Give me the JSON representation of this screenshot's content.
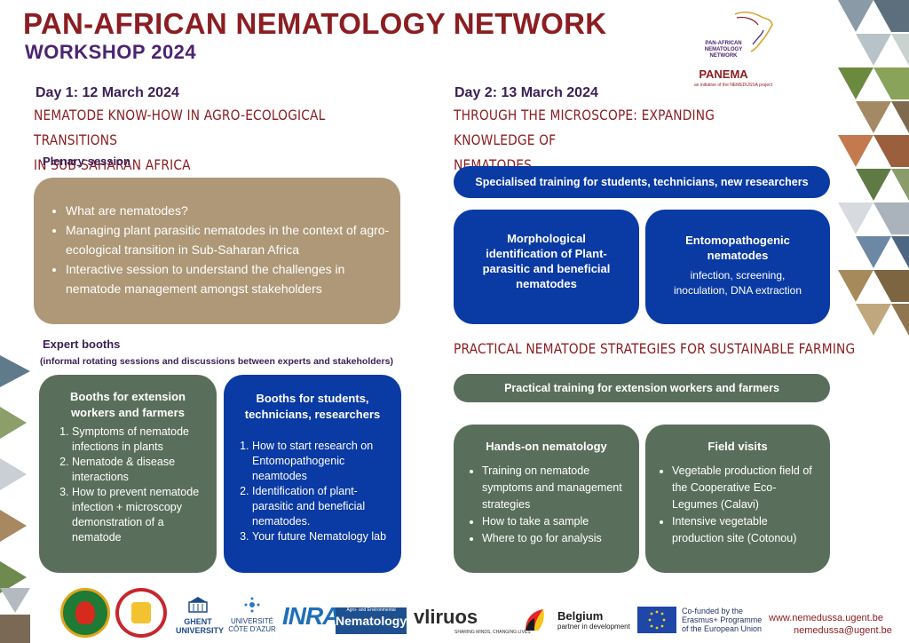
{
  "header": {
    "title": "PAN-AFRICAN NEMATOLOGY NETWORK",
    "subtitle": "WORKSHOP 2024"
  },
  "brand": {
    "logo_line1": "PAN-AFRICAN",
    "logo_line2": "NEMATOLOGY",
    "logo_line3": "NETWORK",
    "logo_name": "PANEMA",
    "logo_tagline": "an initiative of the NEMEDUSSA project"
  },
  "day1": {
    "heading": "Day 1: 12 March 2024",
    "theme_line1": "NEMATODE KNOW-HOW IN AGRO-ECOLOGICAL TRANSITIONS",
    "theme_line2": "IN SUB-SAHARAN AFRICA",
    "plenary_label": "Plenary session",
    "plenary_items": [
      "What are nematodes?",
      "Managing plant parasitic nematodes in the context of agro-ecological transition in Sub-Saharan Africa",
      "Interactive session to understand the challenges in nematode management amongst stakeholders"
    ],
    "booths_label": "Expert booths",
    "booths_note": "(informal rotating sessions and discussions between experts and stakeholders)",
    "booth_a": {
      "title": "Booths for extension workers and farmers",
      "items": [
        "Symptoms of nematode infections in plants",
        "Nematode & disease interactions",
        "How to prevent nematode infection + microscopy demonstration of a nematode"
      ]
    },
    "booth_b": {
      "title": "Booths for students, technicians, researchers",
      "items": [
        " How to start research on Entomopathogenic neamtodes",
        "Identification of plant-parasitic and beneficial nematodes.",
        "Your future Nematology lab"
      ]
    }
  },
  "day2": {
    "heading": "Day 2: 13 March 2024",
    "theme_line1": "THROUGH THE MICROSCOPE: EXPANDING KNOWLEDGE OF",
    "theme_line2": "NEMATODES",
    "training_pill": "Specialised training for students, technicians,  new researchers",
    "card_morph": "Morphological identification of Plant-parasitic and beneficial nematodes",
    "card_ento_title": "Entomopathogenic nematodes",
    "card_ento_text": "infection, screening, inoculation, DNA extraction",
    "section2_title": "PRACTICAL NEMATODE STRATEGIES FOR SUSTAINABLE FARMING",
    "practical_pill": "Practical training for extension workers and farmers",
    "hands_on": {
      "title": "Hands-on nematology",
      "items": [
        "Training  on nematode symptoms and management strategies",
        "How to take a sample",
        "Where to go for analysis"
      ]
    },
    "field_visits": {
      "title": "Field visits",
      "items": [
        "Vegetable production field of the Cooperative Eco-Legumes (Calavi)",
        "Intensive vegetable production site (Cotonou)"
      ]
    }
  },
  "footer": {
    "ghent": "GHENT UNIVERSITY",
    "cote": "UNIVERSITÉ CÔTE D'AZUR",
    "inrae": "INRAE",
    "nematology_top": "Agro- and Environmental",
    "nematology": "Nematology",
    "vliruos": "vliruos",
    "vliruos_tag": "SHARING MINDS, CHANGING LIVES",
    "belgium": "Belgium",
    "belgium_tag": "partner in development",
    "eu_line1": "Co-funded by the",
    "eu_line2": "Erasmus+ Programme",
    "eu_line3": "of the European Union",
    "website": "www.nemedussa.ugent.be",
    "email": "nemedussa@ugent.be"
  },
  "colors": {
    "title_red": "#8b1e22",
    "title_purple": "#4b2471",
    "tan": "#ae9877",
    "green": "#5a6f5b",
    "blue": "#0a3aa4"
  }
}
